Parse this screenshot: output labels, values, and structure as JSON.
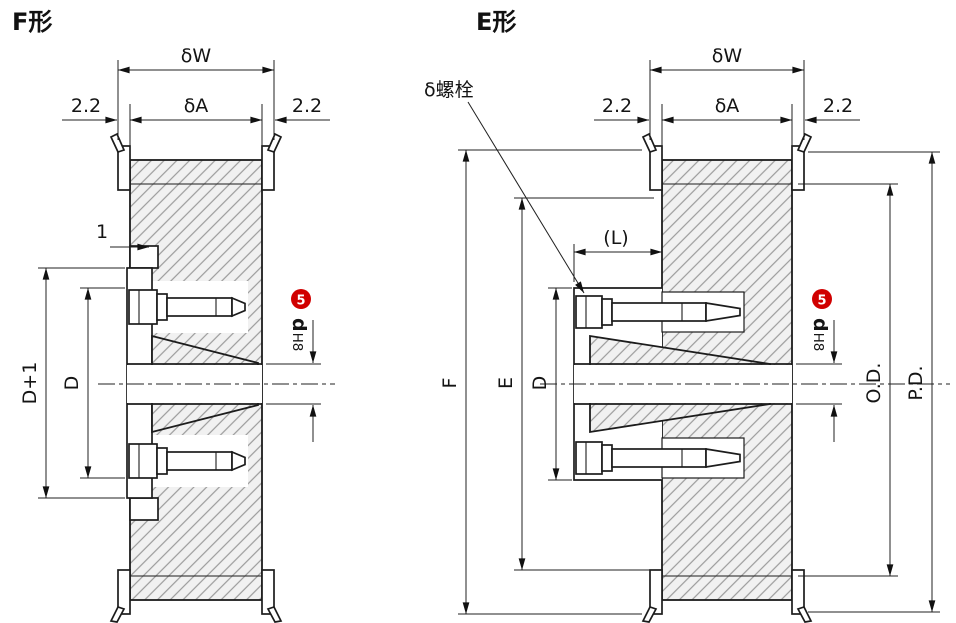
{
  "figure": {
    "background": "#ffffff",
    "line_color": "#1a1a1a",
    "accent_red": "#d00000",
    "hatch_fill": "#f1f1f1"
  },
  "left_view": {
    "title": "F形",
    "dims": {
      "overall_width": "δW",
      "face_width": "δA",
      "flange_left": "2.2",
      "flange_right": "2.2",
      "step": "1",
      "plate_dia": "D+1",
      "recess_dia": "D",
      "bore_note": "5",
      "bore_letter": "d",
      "bore_fit": "H8"
    }
  },
  "right_view": {
    "title": "E形",
    "bolt_callout": "δ螺栓",
    "dims": {
      "overall_width": "δW",
      "face_width": "δA",
      "flange_left": "2.2",
      "flange_right": "2.2",
      "hub_projection": "(L)",
      "flange_dia": "F",
      "shoulder_dia": "E",
      "hub_dia": "D",
      "bore_note": "5",
      "bore_letter": "d",
      "bore_fit": "H8",
      "outside_dia": "O.D.",
      "pitch_dia": "P.D."
    }
  }
}
